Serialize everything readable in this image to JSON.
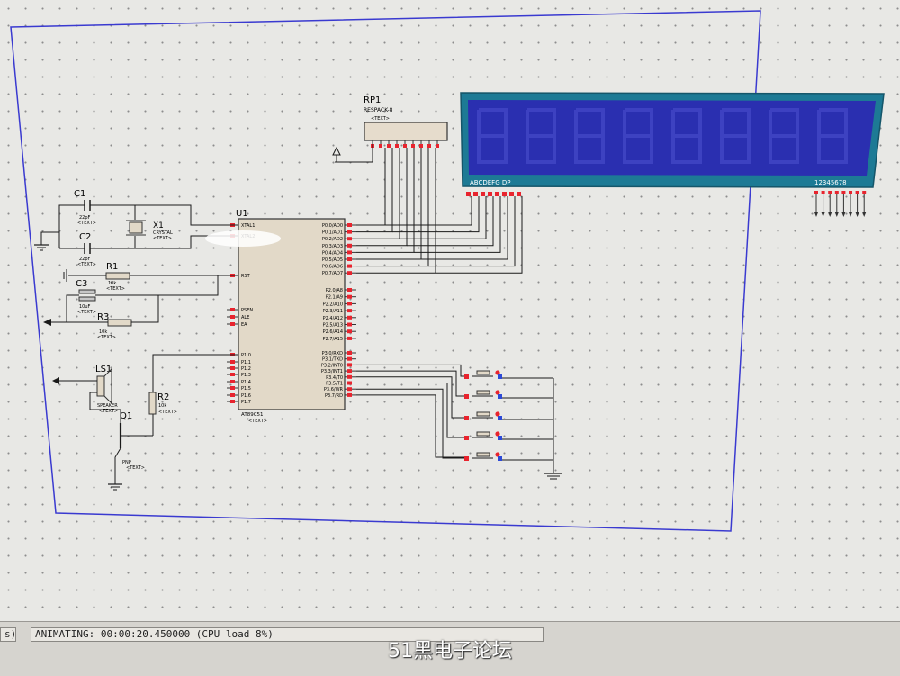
{
  "schematic": {
    "components": {
      "rp1": {
        "ref": "RP1",
        "part": "RESPACK-8",
        "text": "<TEXT>"
      },
      "u1": {
        "ref": "U1",
        "part": "AT89C51",
        "text": "<TEXT>",
        "left_pins": [
          "XTAL1",
          "XTAL2",
          "RST",
          "PSEN",
          "ALE",
          "EA",
          "P1.0",
          "P1.1",
          "P1.2",
          "P1.3",
          "P1.4",
          "P1.5",
          "P1.6",
          "P1.7"
        ],
        "right_pins": [
          "P0.0/AD0",
          "P0.1/AD1",
          "P0.2/AD2",
          "P0.3/AD3",
          "P0.4/AD4",
          "P0.5/AD5",
          "P0.6/AD6",
          "P0.7/AD7",
          "P2.0/A8",
          "P2.1/A9",
          "P2.2/A10",
          "P2.3/A11",
          "P2.4/A12",
          "P2.5/A13",
          "P2.6/A14",
          "P2.7/A15",
          "P3.0/RXD",
          "P3.1/TXD",
          "P3.2/INT0",
          "P3.3/INT1",
          "P3.4/T0",
          "P3.5/T1",
          "P3.6/WR",
          "P3.7/RD"
        ]
      },
      "c1": {
        "ref": "C1",
        "value": "22pF",
        "text": "<TEXT>"
      },
      "c2": {
        "ref": "C2",
        "value": "22pF",
        "text": "<TEXT>"
      },
      "c3": {
        "ref": "C3",
        "value": "10uF",
        "text": "<TEXT>"
      },
      "x1": {
        "ref": "X1",
        "value": "CRYSTAL",
        "text": "<TEXT>"
      },
      "r1": {
        "ref": "R1",
        "value": "10k",
        "text": "<TEXT>"
      },
      "r2": {
        "ref": "R2",
        "value": "10k",
        "text": "<TEXT>"
      },
      "r3": {
        "ref": "R3",
        "value": "10k",
        "text": "<TEXT>"
      },
      "ls1": {
        "ref": "LS1",
        "value": "SPEAKER",
        "text": "<TEXT>"
      },
      "q1": {
        "ref": "Q1",
        "value": "PNP",
        "text": "<TEXT>"
      },
      "display": {
        "segments_label": "ABCDEFG DP",
        "digits_label": "12345678"
      }
    }
  },
  "status": {
    "left_cell": "s)",
    "message": "ANIMATING: 00:00:20.450000 (CPU load 8%)"
  },
  "watermark": "51黑电子论坛",
  "colors": {
    "wire": "#1a1a1a",
    "frame": "#3a3ad0",
    "pin_red": "#e8242e",
    "pin_blue": "#2c49d6",
    "lcd": "#2a2fb0",
    "lcd_frame": "#1b6f8a"
  }
}
